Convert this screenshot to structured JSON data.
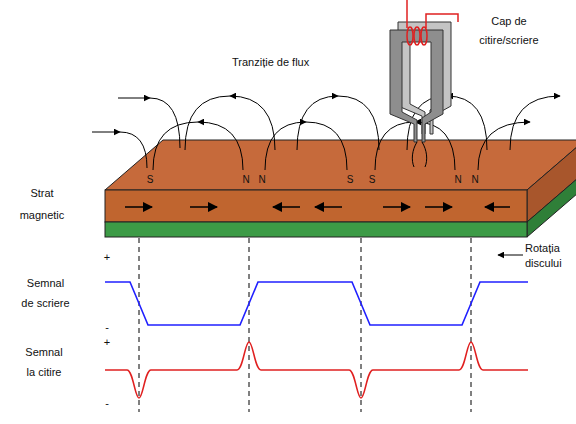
{
  "diagram": {
    "labels": [
      "Tranziție de flux",
      "Cap de citire/scriere",
      "Strat magnetic",
      "Rotația discului",
      "Semnal de scriere",
      "+",
      "-",
      "Semnal la citire",
      "+",
      "-",
      "S",
      "N",
      "N",
      "S",
      "S",
      "N",
      "N"
    ]
  }
}
